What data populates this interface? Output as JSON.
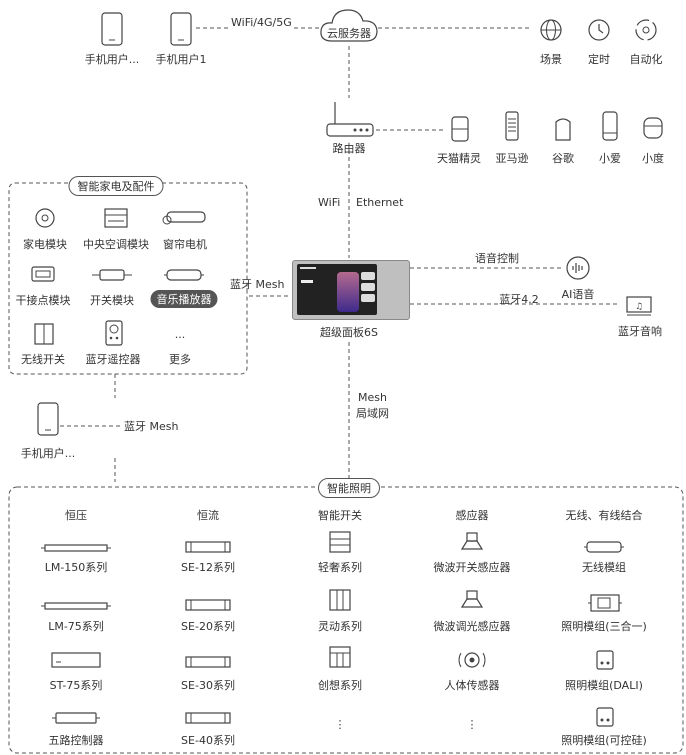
{
  "top": {
    "phone_user_1": "手机用户...",
    "phone_user_2": "手机用户1",
    "net_label": "WiFi/4G/5G",
    "cloud": "云服务器",
    "scene": "场景",
    "timer": "定时",
    "auto": "自动化"
  },
  "router": {
    "label": "路由器",
    "tmall": "天猫精灵",
    "amazon": "亚马逊",
    "google": "谷歌",
    "xiaoai": "小爱",
    "xiaodu": "小度"
  },
  "panel": {
    "label": "超级面板6S",
    "wifi": "WiFi",
    "ethernet": "Ethernet",
    "bt_mesh_left": "蓝牙 Mesh",
    "voice": "语音控制",
    "ai": "AI语音",
    "bt42": "蓝牙4.2",
    "speaker": "蓝牙音响",
    "mesh_down_1": "Mesh",
    "mesh_down_2": "局域网"
  },
  "appliances": {
    "title": "智能家电及配件",
    "items": [
      "家电模块",
      "中央空调模块",
      "窗帘电机",
      "干接点模块",
      "开关模块",
      "音乐播放器",
      "无线开关",
      "蓝牙遥控器",
      "更多"
    ],
    "more_icon": "..."
  },
  "phone_mesh": {
    "phone": "手机用户...",
    "link": "蓝牙 Mesh"
  },
  "lighting": {
    "title": "智能照明",
    "columns": [
      {
        "header": "恒压",
        "items": [
          "LM-150系列",
          "LM-75系列",
          "ST-75系列",
          "五路控制器"
        ]
      },
      {
        "header": "恒流",
        "items": [
          "SE-12系列",
          "SE-20系列",
          "SE-30系列",
          "SE-40系列"
        ]
      },
      {
        "header": "智能开关",
        "items": [
          "轻奢系列",
          "灵动系列",
          "创想系列",
          "⋮"
        ]
      },
      {
        "header": "感应器",
        "items": [
          "微波开关感应器",
          "微波调光感应器",
          "人体传感器",
          "⋮"
        ]
      },
      {
        "header": "无线、有线结合",
        "items": [
          "无线模组",
          "照明模组(三合一)",
          "照明模组(DALI)",
          "照明模组(可控硅)"
        ]
      }
    ]
  }
}
